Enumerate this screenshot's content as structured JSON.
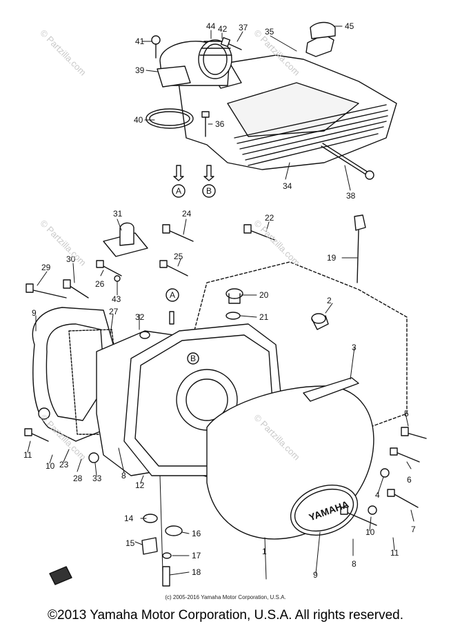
{
  "watermark": "© Partzilla.com",
  "emblem_text": "YAMAHA",
  "inner_copyright": "(c) 2005-2016 Yamaha Motor Corporation, U.S.A.",
  "footer_copyright": "©2013 Yamaha Motor Corporation, U.S.A. All rights reserved.",
  "callouts": [
    "1",
    "2",
    "3",
    "4",
    "5",
    "6",
    "7",
    "8",
    "9",
    "10",
    "11",
    "12",
    "14",
    "15",
    "16",
    "17",
    "18",
    "19",
    "20",
    "21",
    "22",
    "23",
    "24",
    "25",
    "26",
    "27",
    "28",
    "29",
    "30",
    "31",
    "32",
    "33",
    "34",
    "35",
    "36",
    "37",
    "38",
    "39",
    "40",
    "41",
    "42",
    "43",
    "44",
    "45"
  ],
  "reference_markers": [
    "A",
    "B"
  ]
}
